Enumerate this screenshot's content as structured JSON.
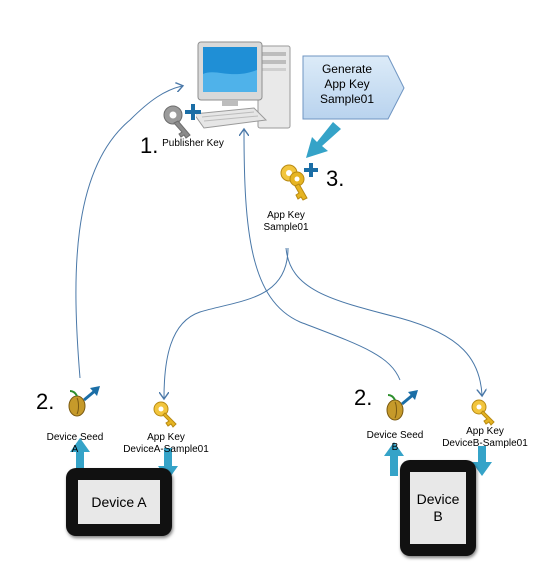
{
  "callout": {
    "line1": "Generate",
    "line2": "App Key",
    "line3": "Sample01"
  },
  "steps": {
    "one": "1.",
    "two_a": "2.",
    "two_b": "2.",
    "three": "3."
  },
  "labels": {
    "publisher_key": "Publisher Key",
    "app_key_line1": "App Key",
    "app_key_line2": "Sample01",
    "seed_a_line1": "Device Seed",
    "seed_a_line2": "A",
    "appkey_a_line1": "App Key",
    "appkey_a_line2": "DeviceA-Sample01",
    "seed_b_line1": "Device Seed",
    "seed_b_line2": "B",
    "appkey_b_line1": "App Key",
    "appkey_b_line2": "DeviceB-Sample01"
  },
  "devices": {
    "a": {
      "label": "Device A"
    },
    "b": {
      "line1": "Device",
      "line2": "B"
    }
  },
  "colors": {
    "arrow_thick": "#35a3c8",
    "connector": "#4a78a8",
    "callout_fill": "#c9def2",
    "key_gold": "#e6b422",
    "publisher_key_gray": "#8a8a8a"
  }
}
